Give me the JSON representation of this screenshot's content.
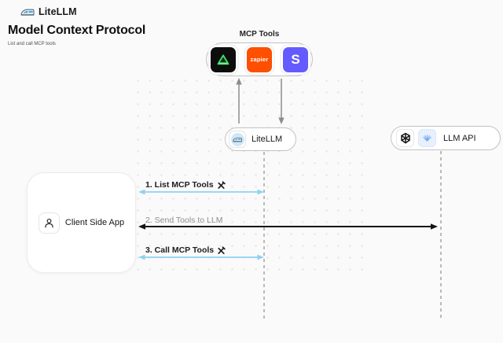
{
  "header": {
    "brand": "LiteLLM"
  },
  "page": {
    "title": "Model Context Protocol",
    "subtitle": "List and call MCP tools"
  },
  "mcp_tools": {
    "label": "MCP Tools",
    "items": [
      {
        "name": "green-triangle-tool"
      },
      {
        "name": "zapier",
        "text": "zapier"
      },
      {
        "name": "stripe",
        "text": "S"
      }
    ]
  },
  "nodes": {
    "litellm": {
      "label": "LiteLLM"
    },
    "llm_api": {
      "label": "LLM API"
    },
    "client": {
      "label": "Client Side App"
    }
  },
  "sequence": {
    "steps": [
      {
        "label": "1. List MCP Tools",
        "tools_icon": true,
        "arrow_color": "#8fd2f2",
        "direction": "both",
        "from": "client",
        "to": "litellm"
      },
      {
        "label": "2. Send Tools to LLM",
        "tools_icon": false,
        "arrow_color": "#141414",
        "direction": "both",
        "from": "client",
        "to": "llm_api"
      },
      {
        "label": "3. Call MCP Tools",
        "tools_icon": true,
        "arrow_color": "#8fd2f2",
        "direction": "both",
        "from": "client",
        "to": "litellm"
      }
    ]
  },
  "colors": {
    "background": "#fafafa",
    "arrow_blue": "#8fd2f2",
    "arrow_black": "#141414",
    "vertical_arrow_gray": "#8c8c8c",
    "lifeline_gray": "#9e9e9e",
    "zapier_orange": "#ff4f00",
    "stripe_indigo": "#635bff",
    "tool_green": "#3fe06a",
    "litellm_icon_blue": "#cfe8f8"
  }
}
